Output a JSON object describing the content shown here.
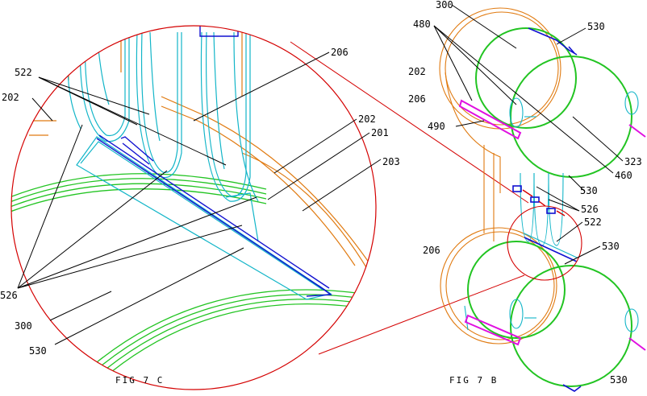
{
  "figures": {
    "fig7c": {
      "caption": "FIG 7 C"
    },
    "fig7b": {
      "caption": "FIG 7 B"
    }
  },
  "labels": {
    "c_206": "206",
    "c_522": "522",
    "c_202_left": "202",
    "c_202_right": "202",
    "c_201": "201",
    "c_203": "203",
    "c_526": "526",
    "c_300": "300",
    "c_530": "530",
    "b_300": "300",
    "b_530_top": "530",
    "b_480": "480",
    "b_202": "202",
    "b_206_top": "206",
    "b_490": "490",
    "b_323": "323",
    "b_460": "460",
    "b_530_mid": "530",
    "b_526": "526",
    "b_522": "522",
    "b_206_bottom": "206",
    "b_530_lower": "530",
    "b_530_bottom": "530"
  },
  "colors": {
    "outline_red": "#d40000",
    "orange": "#e07a10",
    "cyan": "#12b5c8",
    "green": "#22c422",
    "blue": "#1010d0",
    "magenta": "#e010e0",
    "ink": "#000000"
  }
}
